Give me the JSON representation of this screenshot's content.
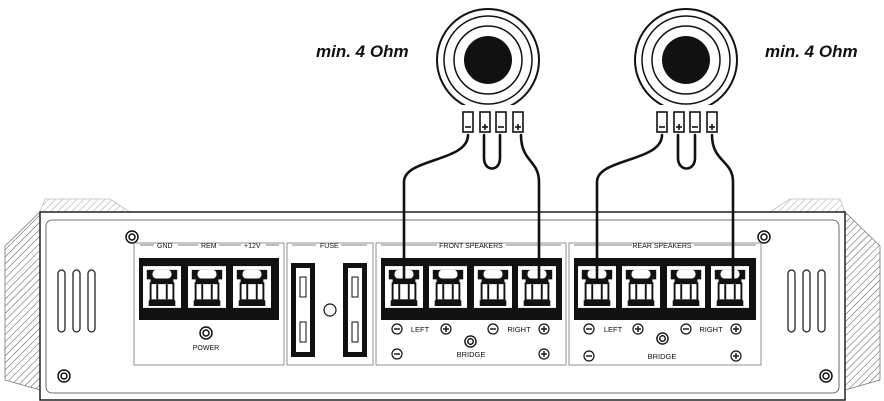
{
  "speakers": [
    {
      "label": "min. 4 Ohm"
    },
    {
      "label": "min. 4 Ohm"
    }
  ],
  "amplifier": {
    "power_terminals": {
      "gnd": "GND",
      "rem": "REM",
      "plus12v": "+12V",
      "power_led": "POWER"
    },
    "fuse": {
      "label": "FUSE"
    },
    "front_speakers": {
      "title": "FRONT SPEAKERS",
      "left": "LEFT",
      "right": "RIGHT",
      "bridge": "BRIDGE"
    },
    "rear_speakers": {
      "title": "REAR SPEAKERS",
      "left": "LEFT",
      "right": "RIGHT",
      "bridge": "BRIDGE"
    },
    "polarity": {
      "minus": "−",
      "plus": "+"
    }
  }
}
